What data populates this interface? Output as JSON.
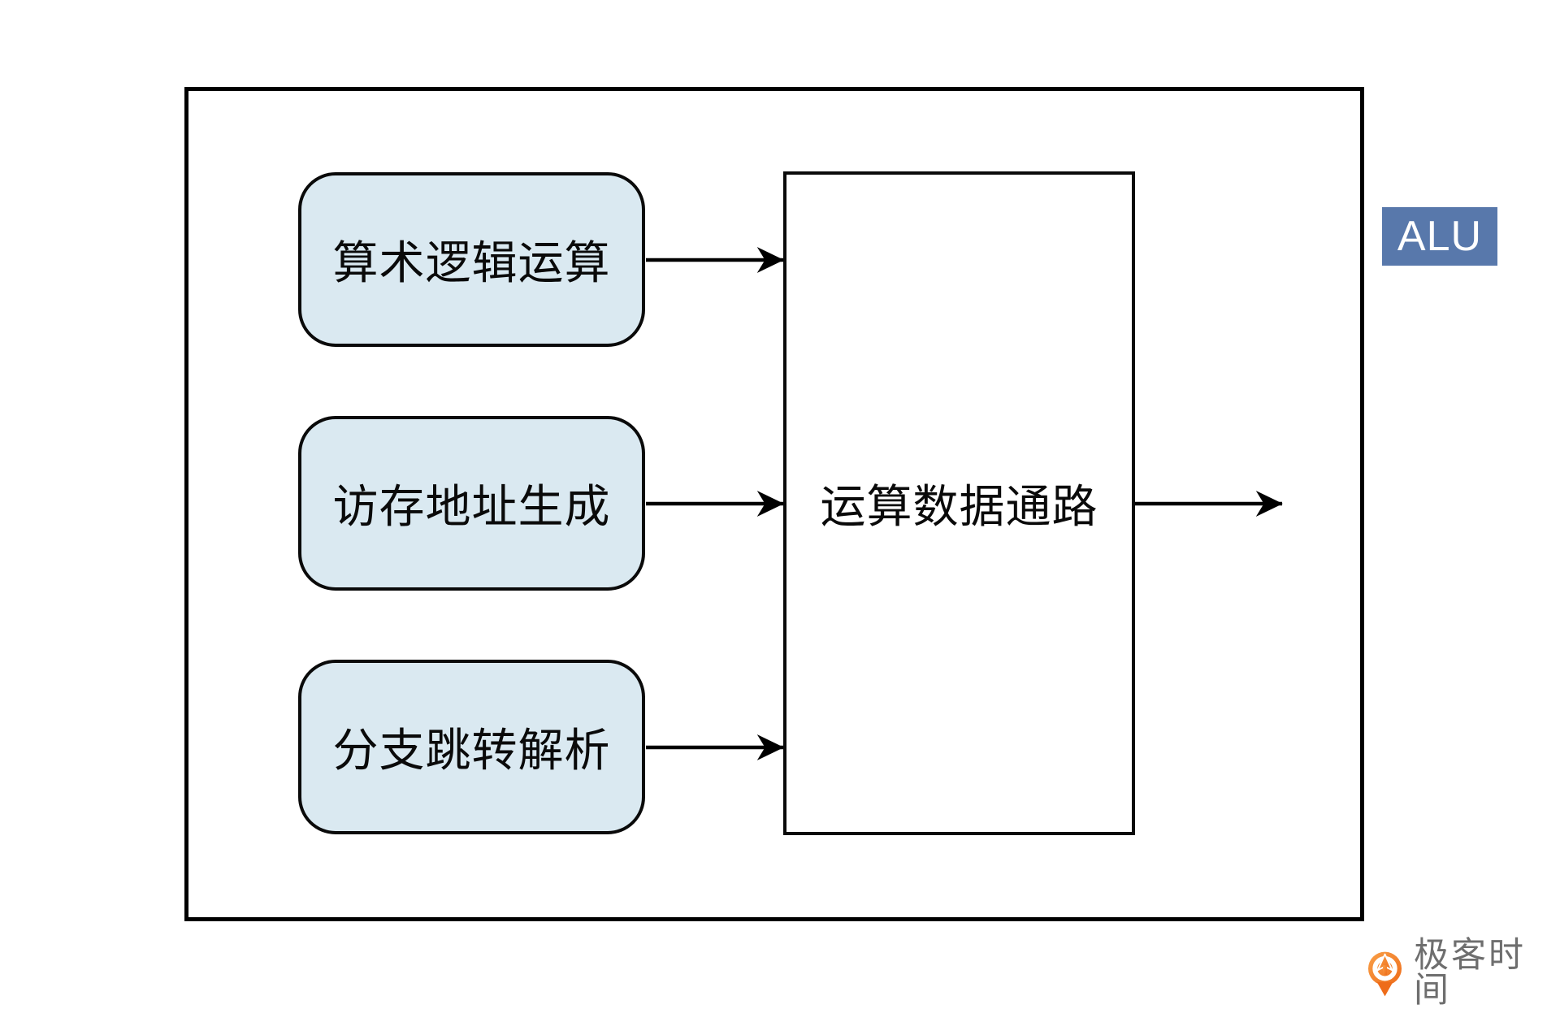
{
  "diagram": {
    "alu_label": "ALU",
    "container_label": "运算数据通路",
    "input_boxes": [
      {
        "label": "算术逻辑运算"
      },
      {
        "label": "访存地址生成"
      },
      {
        "label": "分支跳转解析"
      }
    ],
    "arrows": [
      {
        "from": "算术逻辑运算",
        "to": "运算数据通路"
      },
      {
        "from": "访存地址生成",
        "to": "运算数据通路"
      },
      {
        "from": "分支跳转解析",
        "to": "运算数据通路"
      },
      {
        "from": "运算数据通路",
        "to": "output"
      }
    ]
  },
  "branding": {
    "logo_text": "极客时间"
  },
  "colors": {
    "box_fill": "#dae9f1",
    "alu_badge_bg": "#5878ab",
    "line_stroke": "#000000",
    "logo_orange": "#ee6c1a",
    "logo_orange_light": "#f9a048",
    "logo_text_gray": "#6e6e6e"
  }
}
